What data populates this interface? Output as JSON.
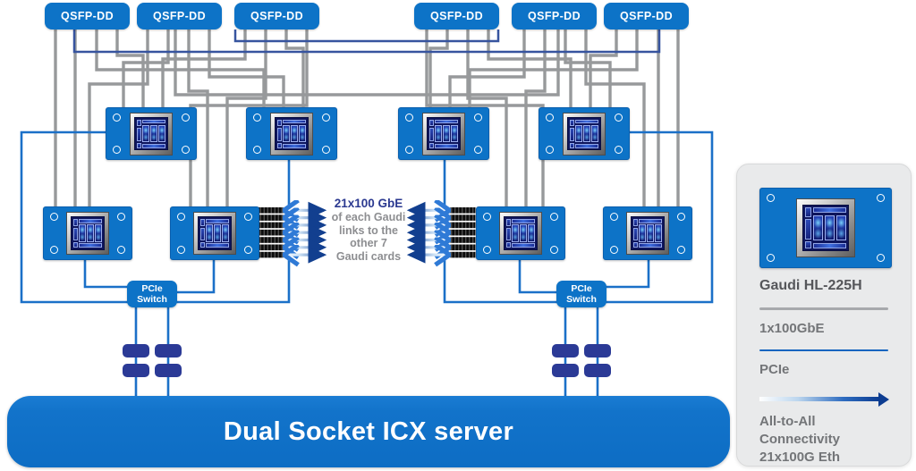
{
  "labels": {
    "qsfp": "QSFP-DD",
    "pcie_switch_line1": "PCIe",
    "pcie_switch_line2": "Switch",
    "server": "Dual Socket ICX server"
  },
  "note": {
    "line1": "21x100 GbE",
    "line2": "of each Gaudi",
    "line3": "links to the",
    "line4": "other 7",
    "line5": "Gaudi cards"
  },
  "legend": {
    "card": "Gaudi HL-225H",
    "gbe": "1x100GbE",
    "pcie": "PCIe",
    "alltoall1": "All-to-All Connectivity",
    "alltoall2": "21x100G Eth"
  },
  "colors": {
    "primary_blue": "#0d73c7",
    "wire_gray": "#97999b",
    "wire_blue": "#1b70c8",
    "wire_navy": "#37549f",
    "dimm_navy": "#2b3a96",
    "note_blue": "#2b3990",
    "panel_bg": "#e9eaeb",
    "arrow_dark_blue": "#10459c"
  }
}
